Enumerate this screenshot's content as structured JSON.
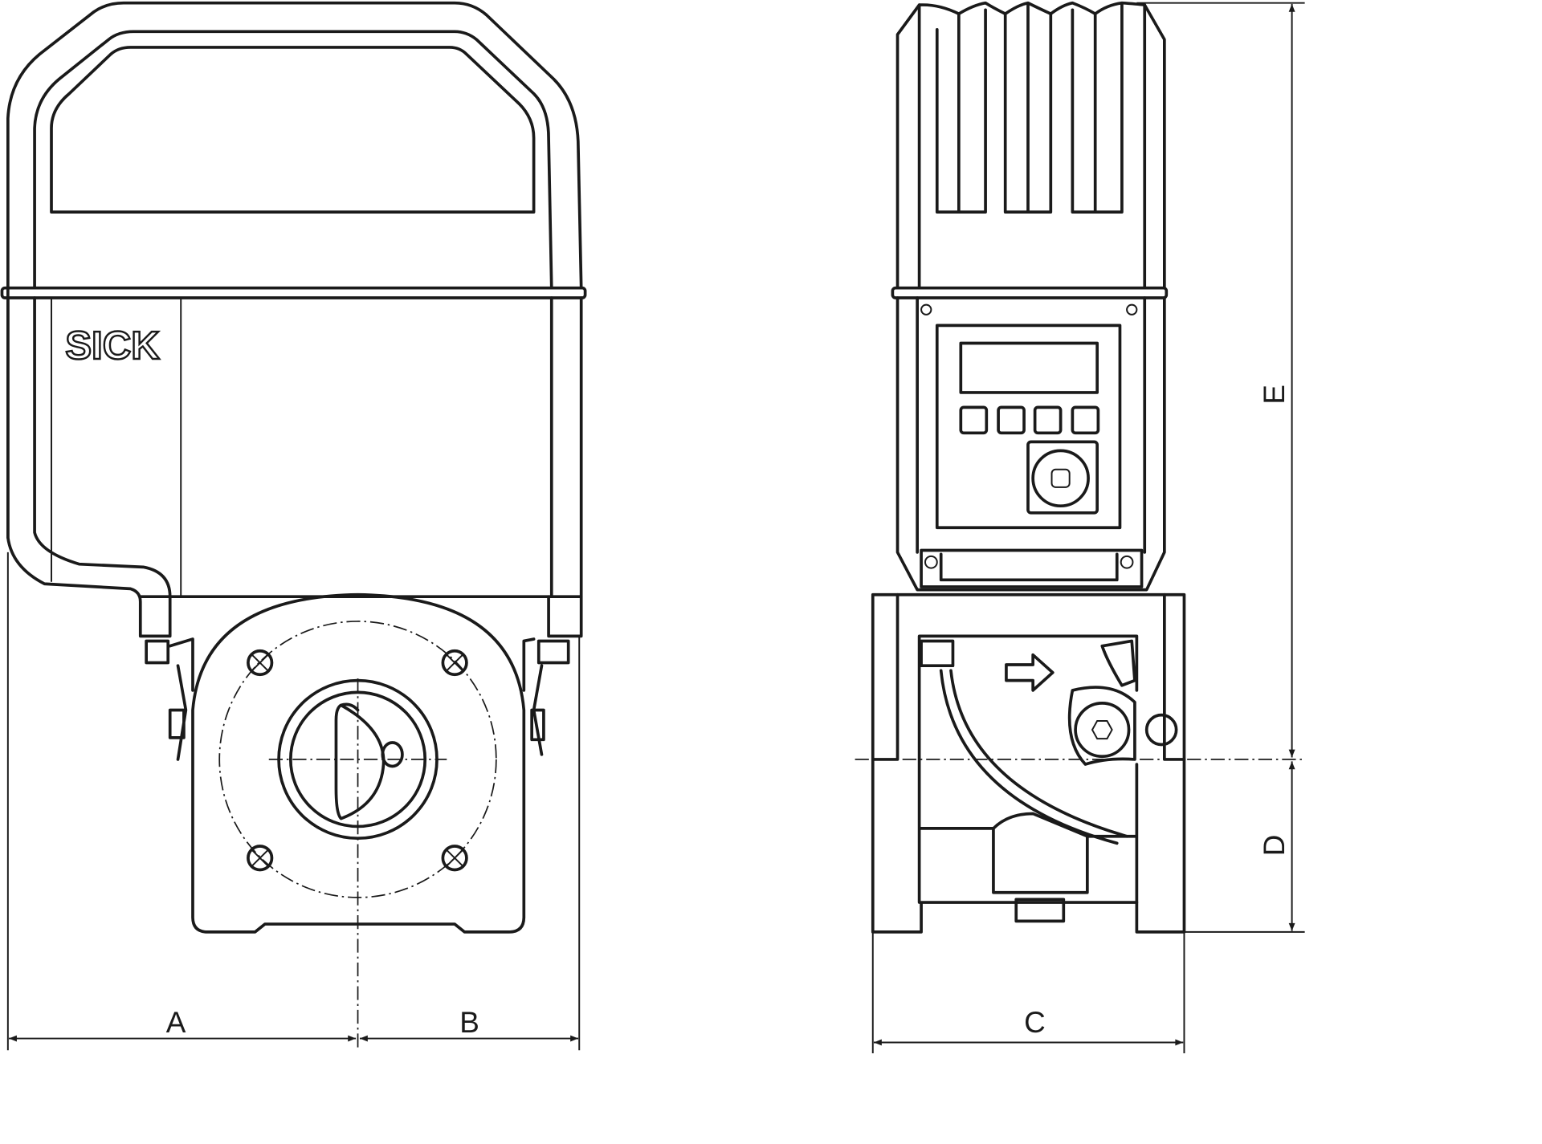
{
  "drawing": {
    "brand_logo": "SICK",
    "dimensions": {
      "a": "A",
      "b": "B",
      "c": "C",
      "d": "D",
      "e": "E"
    },
    "line_color": "#1a1a1a",
    "background": "#ffffff"
  }
}
